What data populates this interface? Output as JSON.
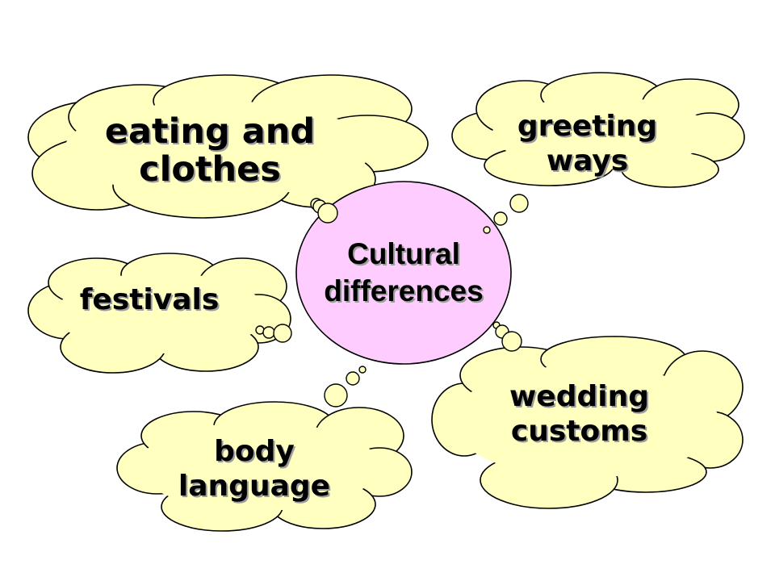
{
  "colors": {
    "cloud_fill": "#ffffc0",
    "center_fill": "#ffccff",
    "outline": "#000000"
  },
  "center": {
    "line1": "Cultural",
    "line2": "differences"
  },
  "bubbles": [
    {
      "id": "eating",
      "line1": "eating and",
      "line2": "clothes"
    },
    {
      "id": "greeting",
      "line1": "greeting",
      "line2": "ways"
    },
    {
      "id": "festivals",
      "line1": "festivals"
    },
    {
      "id": "body",
      "line1": "body",
      "line2": "language"
    },
    {
      "id": "wedding",
      "line1": "wedding",
      "line2": "customs"
    }
  ]
}
